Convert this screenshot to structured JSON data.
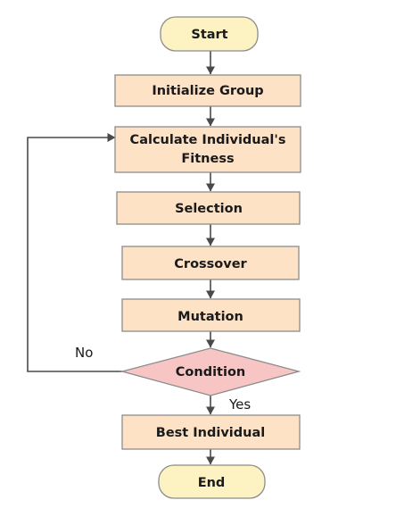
{
  "diagram": {
    "nodes": {
      "start": "Start",
      "init": "Initialize Group",
      "fitness_line1": "Calculate Individual's",
      "fitness_line2": "Fitness",
      "selection": "Selection",
      "crossover": "Crossover",
      "mutation": "Mutation",
      "condition": "Condition",
      "best": "Best Individual",
      "end": "End"
    },
    "edge_labels": {
      "no": "No",
      "yes": "Yes"
    }
  },
  "colors": {
    "terminal_fill": "#fdf3c2",
    "process_fill": "#fde2c6",
    "decision_fill": "#f8c5c5",
    "border": "#8c8c8c",
    "arrow": "#4a4a4a"
  }
}
